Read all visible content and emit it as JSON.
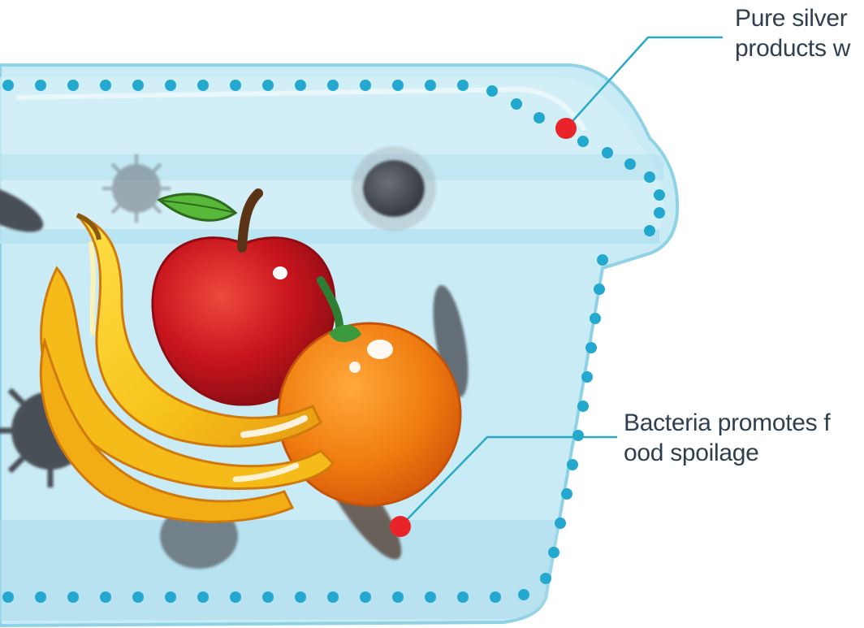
{
  "callouts": {
    "silver": {
      "line1": "Pure silver",
      "line2": "products w"
    },
    "bacteria": {
      "line1": "Bacteria promotes f",
      "line2": "ood spoilage"
    }
  },
  "illustration": {
    "subject": "fruit-in-silver-lined-container",
    "fruits": [
      "banana-icon",
      "apple-icon",
      "orange-icon"
    ],
    "colors": {
      "container": "#bfe6f2",
      "silver_dots": "#23a9d0",
      "callout_line": "#2aa9c6",
      "marker": "#e8232a",
      "bacteria": "#4a4f56",
      "apple": "#c8141e",
      "orange": "#f07d10",
      "banana": "#f7c31a",
      "text": "#2f3f4f"
    }
  }
}
